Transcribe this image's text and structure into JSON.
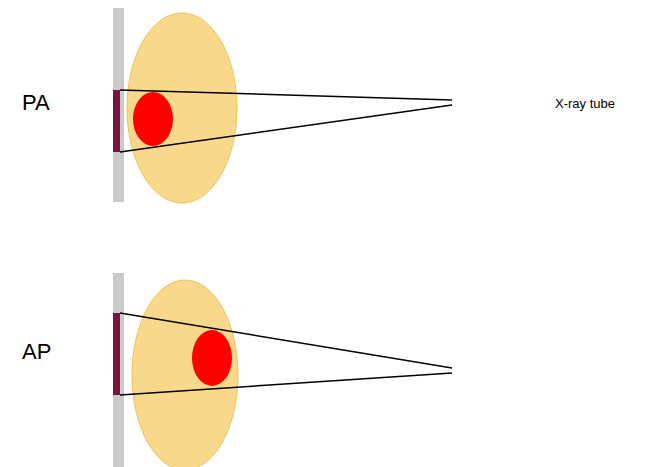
{
  "diagram": {
    "labels": [
      "PA",
      "X-ray tube",
      "AP"
    ]
  }
}
